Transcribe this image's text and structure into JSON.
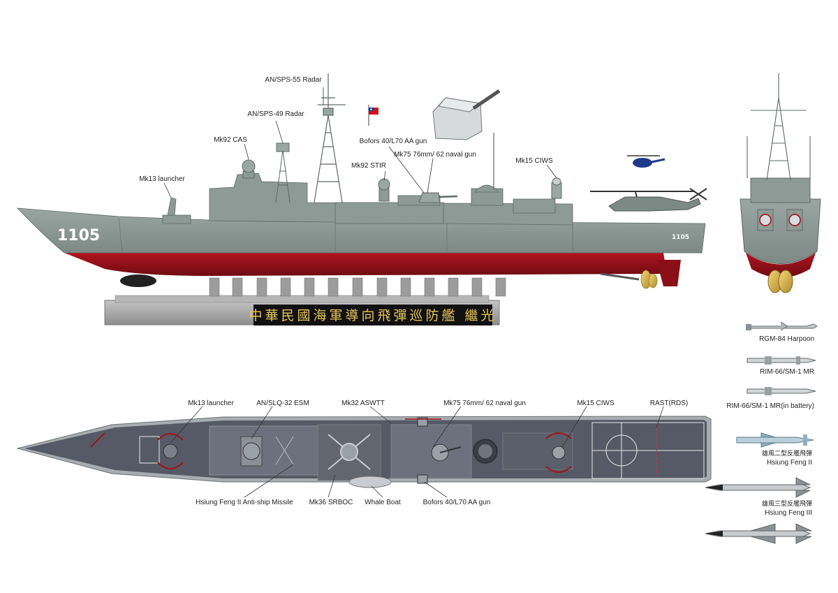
{
  "hull_number": "1105",
  "hull_number_small": "1105",
  "banner_text": "中華民國海軍導向飛彈巡防艦 繼光",
  "side_labels": {
    "sps55": "AN/SPS-55 Radar",
    "sps49": "AN/SPS-49 Radar",
    "mk92cas": "Mk92 CAS",
    "mk13": "Mk13 launcher",
    "bofors": "Bofors 40/L70 AA gun",
    "mk75": "Mk75 76mm/ 62 naval gun",
    "mk92stir": "Mk92 STIR",
    "mk15": "Mk15 CIWS"
  },
  "top_labels": {
    "mk13": "Mk13 launcher",
    "slq32": "AN/SLQ-32 ESM",
    "mk32": "Mk32 ASWTT",
    "mk75": "Mk75 76mm/ 62 naval gun",
    "mk15": "Mk15 CIWS",
    "rast": "RAST(RDS)",
    "hf2": "Hsiung Feng II Anti-ship Missile",
    "mk36": "Mk36 SRBOC",
    "whale": "Whale Boat",
    "bofors": "Bofors 40/L70 AA gun"
  },
  "missile_labels": {
    "harpoon": "RGM-84 Harpoon",
    "sm1": "RIM-66/SM-1 MR",
    "sm1b": "RIM-66/SM-1 MR(in battery)",
    "hf2_cn": "雄風二型反艦飛彈",
    "hf2": "Hsiung Feng II",
    "hf3_cn": "雄風三型反艦飛彈",
    "hf3": "Hsiung Feng III"
  },
  "colors": {
    "hull_gray": "#8e9a96",
    "hull_red": "#a3131c",
    "deck_gray": "#555a66",
    "base_gray": "#a8a8a8",
    "banner_bg": "#111111",
    "banner_text": "#e8c659"
  }
}
